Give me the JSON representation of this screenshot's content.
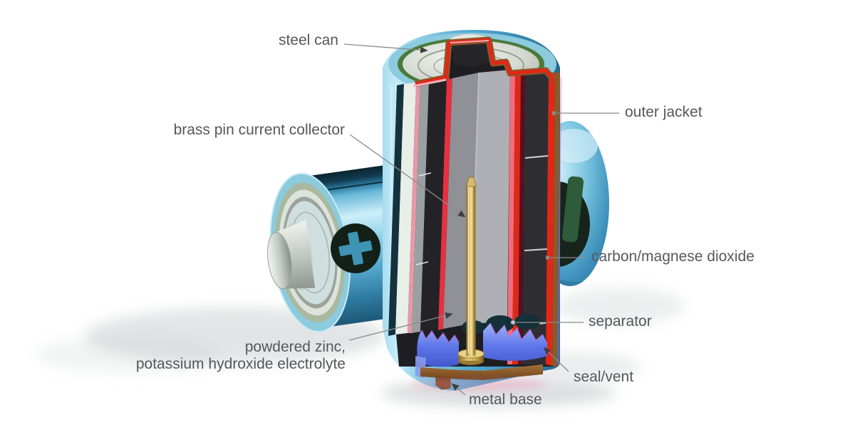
{
  "diagram": {
    "subject": "battery cutaway",
    "labels": {
      "steel_can": "steel can",
      "brass_pin": "brass pin current collector",
      "outer_jacket": "outer jacket",
      "carbon": "carbon/magnese dioxide",
      "separator": "separator",
      "seal_vent": "seal/vent",
      "powdered_zinc_line1": "powdered zinc,",
      "powdered_zinc_line2": "potassium hydroxide electrolyte",
      "metal_base": "metal base"
    },
    "icons": {
      "plus_terminal": "plus-icon"
    },
    "colors": {
      "battery_blue": "#5aaed2",
      "jacket_red": "#e02818",
      "carbon_black": "#26262a",
      "zinc_gray": "#aeb0b4",
      "brass": "#d2b368",
      "seal_blue": "#5f77ea",
      "metal_base_brown": "#8a5a28",
      "label_text": "#56575a",
      "leader_line": "#8a8b8d"
    }
  }
}
